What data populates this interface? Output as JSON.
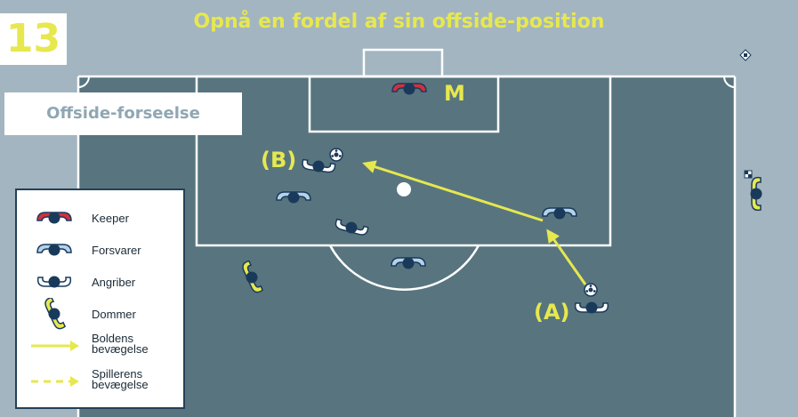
{
  "header": {
    "number": "13",
    "title": "Opnå en fordel af sin offside-position",
    "subtitle": "Offside-forseelse"
  },
  "labels": {
    "keeper_marker": "M",
    "player_b": "(B)",
    "player_a": "(A)"
  },
  "legend": {
    "keeper": "Keeper",
    "defender": "Forsvarer",
    "attacker": "Angriber",
    "referee": "Dommer",
    "ball_line1": "Boldens",
    "ball_line2": "bevægelse",
    "player_line1": "Spillerens",
    "player_line2": "bevægelse"
  },
  "colors": {
    "pitch": "#58757f",
    "surround": "#a3b5c0",
    "lines": "#ffffff",
    "accent_yellow": "#e6e84e",
    "keeper_red": "#d32f3c",
    "defender_blue": "#b4d3ea",
    "player_dot": "#1a3a5c"
  }
}
